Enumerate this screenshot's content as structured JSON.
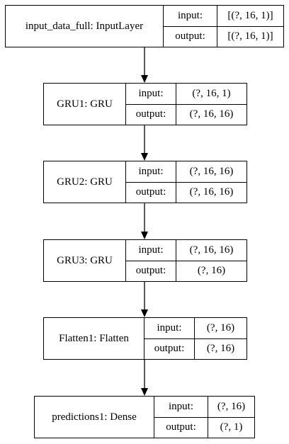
{
  "layers": [
    {
      "name": "input_data_full: InputLayer",
      "input_label": "input:",
      "input_value": "[(?, 16, 1)]",
      "output_label": "output:",
      "output_value": "[(?, 16, 1)]"
    },
    {
      "name": "GRU1: GRU",
      "input_label": "input:",
      "input_value": "(?, 16, 1)",
      "output_label": "output:",
      "output_value": "(?, 16, 16)"
    },
    {
      "name": "GRU2: GRU",
      "input_label": "input:",
      "input_value": "(?, 16, 16)",
      "output_label": "output:",
      "output_value": "(?, 16, 16)"
    },
    {
      "name": "GRU3: GRU",
      "input_label": "input:",
      "input_value": "(?, 16, 16)",
      "output_label": "output:",
      "output_value": "(?, 16)"
    },
    {
      "name": "Flatten1: Flatten",
      "input_label": "input:",
      "input_value": "(?, 16)",
      "output_label": "output:",
      "output_value": "(?, 16)"
    },
    {
      "name": "predictions1: Dense",
      "input_label": "input:",
      "input_value": "(?, 16)",
      "output_label": "output:",
      "output_value": "(?, 1)"
    }
  ],
  "colors": {
    "stroke": "#000000",
    "background": "#ffffff"
  }
}
